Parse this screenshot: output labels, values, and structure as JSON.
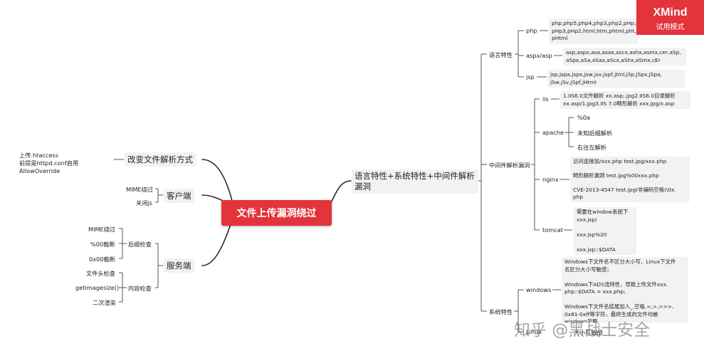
{
  "central": "文件上传漏洞绕过",
  "badge": {
    "title": "XMind",
    "subtitle": "试用模式"
  },
  "watermark": "知乎 @黑战士安全",
  "left": {
    "change_parse": "改变文件解析方式",
    "change_parse_note": "上传.htaccess\n前提是httpd.conf启用AllowOverride",
    "client": "客户端",
    "client_items": [
      "MIME绕过",
      "关闭js"
    ],
    "server": "服务端",
    "suffix_check": "后缀检查",
    "suffix_items": [
      "MIME绕过",
      "%00截断",
      "0x00截断"
    ],
    "content_check": "内容检查",
    "content_items": [
      "文件头检查",
      "getimagesize()",
      "二次渲染"
    ]
  },
  "right": {
    "main": "语言特性+系统特性+中间件解析漏洞",
    "lang": "语言特性",
    "php": "php",
    "php_text": "php,php5,php4,php3,php2,pHp,pHp5,pHp4,\npHp3,pHp2,html,htm,phtml,pht,Html,Htm,\npHtml",
    "aspx": "aspx/asp",
    "aspx_text": "asp,aspx,asa,asax,ascx,ashx,asmx,cer,aSp,\naSpx,aSa,aSax,aScx,aShx,aSmx,cEr",
    "jsp": "jsp",
    "jsp_text": "jsp,jspa,jspx,jsw,jsv,jspf,jtml,jSp,jSpx,jSpa,\njSw,jSv,jSpf,jHtml",
    "middleware": "中间件解析漏洞",
    "iis": "iis",
    "iis_text": "1.IIS6.0文件解析 xx.asp;.jpg2.IIS6.0目录解析\nxx.asp/1.jpg3.IIS 7.0畸形解析 xxx.jpg/x.asp",
    "apache": "apache",
    "apache_items": [
      "%0a",
      "未知后缀解析",
      "右往左解析"
    ],
    "nginx": "nginx",
    "nginx_text": "访问连接加/xxx.php test.jpg/xxx.php\n\n畸形解析漏洞 test.jpg%00xxx.php\n\nCVE-2013-4547 test.jpg(非编码空格)\\0x.\nphp",
    "tomcat": "tomcat",
    "tomcat_text": "需要在window系统下\nxxx.jsp/\n\nxxx.jsp%20\n\nxxx.jsp::$DATA",
    "system": "系统特性",
    "windows": "windows",
    "windows_text": "Windows下文件名不区分大小写，Linux下文件\n名区分大小写敏感；\n\nWindows下ADS流特性，导致上传文件xxx.\nphp::$DATA = xxx.php;\n\nWindows下文件名结尾加入_.空格,<,>,>>>,\n0x81-0xff等字符，最终生成的文件均被\nwindows忽略",
    "linux": "Linux",
    "linux_text": "大小写敏感"
  }
}
